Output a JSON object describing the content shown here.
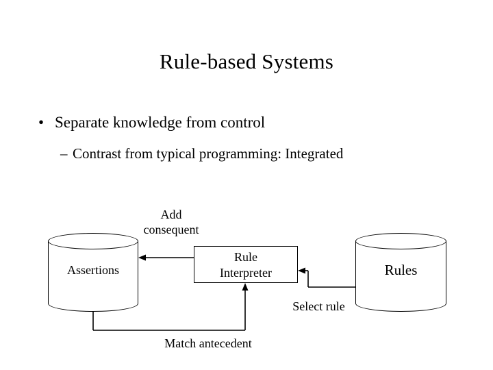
{
  "slide": {
    "title": "Rule-based Systems",
    "bullets": [
      {
        "marker": "•",
        "text": "Separate knowledge from control"
      },
      {
        "marker": "–",
        "text": "Contrast from typical programming: Integrated"
      }
    ]
  },
  "diagram": {
    "type": "flow",
    "nodes": [
      {
        "id": "assertions",
        "shape": "cylinder",
        "label": "Assertions"
      },
      {
        "id": "interpreter",
        "shape": "rectangle",
        "label_line1": "Rule",
        "label_line2": "Interpreter"
      },
      {
        "id": "rules",
        "shape": "cylinder",
        "label": "Rules"
      }
    ],
    "edges": [
      {
        "id": "add-consequent",
        "from": "interpreter",
        "to": "assertions",
        "label_line1": "Add",
        "label_line2": "consequent"
      },
      {
        "id": "select-rule",
        "from": "rules",
        "to": "interpreter",
        "label": "Select rule"
      },
      {
        "id": "match-antecedent",
        "from": "assertions",
        "to": "interpreter",
        "label": "Match antecedent"
      }
    ],
    "stroke_color": "#000000",
    "fill_color": "#ffffff"
  }
}
